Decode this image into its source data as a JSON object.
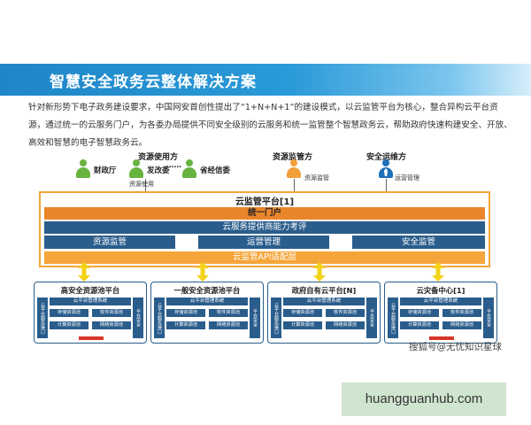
{
  "title": "智慧安全政务云整体解决方案",
  "description": "针对新形势下电子政务建设要求，中国网安首创性提出了“1+N+N+1”的建设模式，以云监管平台为核心，整合异构云平台资源，通过统一的云服务门户，为各委办局提供不同安全级别的云服务和统一监管整个智慧政务云，帮助政府快速构建安全、开放、高效和智慧的电子智慧政务云。",
  "users": {
    "group_label": "资源使用方",
    "usage_label": "资源使用",
    "members": [
      "财政厅",
      "发改委",
      "……",
      "省经信委"
    ],
    "monitor_label": "资源监管方",
    "monitor_action": "资源监管",
    "ops_label": "安全运维方",
    "ops_action": "运营管理"
  },
  "platform": {
    "title": "云监管平台[1]",
    "portal": "统一门户",
    "evaluation": "云服务提供商能力考评",
    "modules": [
      "资源监管",
      "运营管理",
      "安全监管"
    ],
    "api": "云监管API适配层"
  },
  "pools": [
    {
      "title": "高安全资源池平台",
      "left_side": "云平台服务接口",
      "right_side": "平台安全",
      "head": "云平台管理系统",
      "cells": [
        "存储资源池",
        "软件资源池",
        "计算资源池",
        "网络资源池"
      ]
    },
    {
      "title": "一般安全资源池平台",
      "left_side": "云平台服务接口",
      "right_side": "平台安全",
      "head": "云平台管理系统",
      "cells": [
        "存储资源池",
        "软件资源池",
        "计算资源池",
        "网络资源池"
      ]
    },
    {
      "title": "政府自有云平台[N]",
      "left_side": "云平台服务接口",
      "right_side": "平台安全",
      "head": "云平台管理系统",
      "cells": [
        "存储资源池",
        "软件资源池",
        "计算资源池",
        "网络资源池"
      ]
    },
    {
      "title": "云灾备中心[1]",
      "left_side": "云平台服务接口",
      "right_side": "平台安全",
      "head": "云平台管理系统",
      "cells": [
        "存储资源池",
        "软件资源池",
        "计算资源池",
        "网络资源池"
      ]
    }
  ],
  "watermark": "搜狐号@无忧知识星球",
  "url": "huangguanhub.com",
  "colors": {
    "banner": "#1f86c8",
    "orange": "#f5a53a",
    "navy": "#2a5d8c",
    "arrow": "#f3d21a",
    "user_green": "#68b340",
    "monitor_orange": "#f2a03a",
    "ops_blue": "#1f6fb9"
  }
}
